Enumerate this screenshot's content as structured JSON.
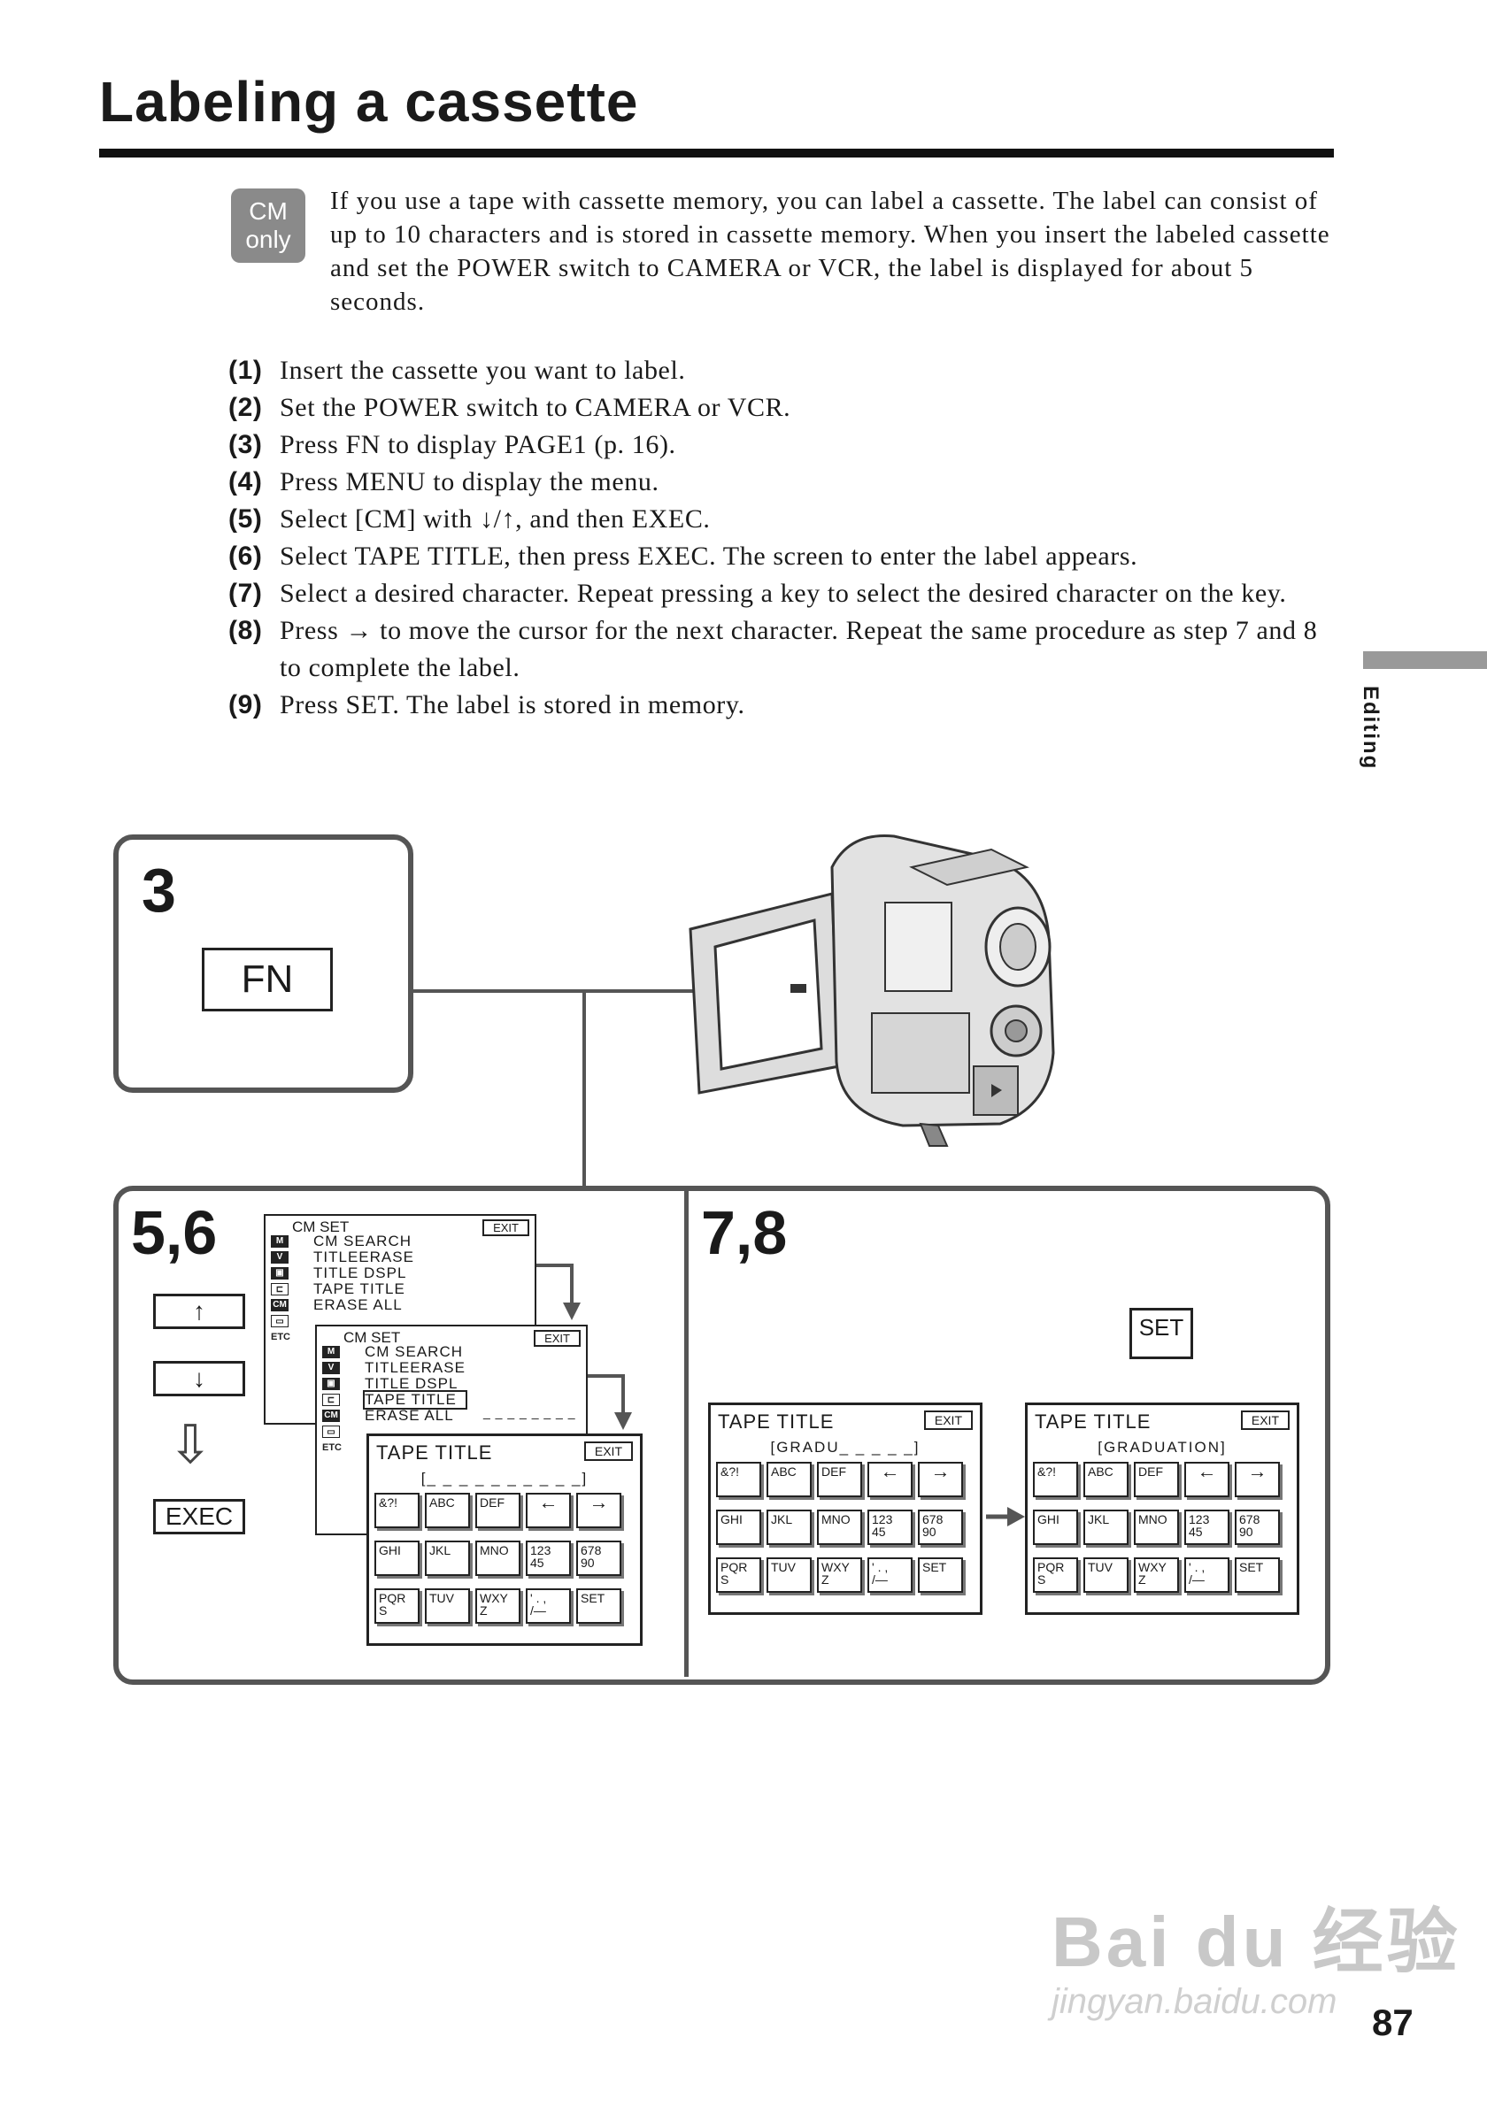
{
  "header": {
    "title": "Labeling a cassette"
  },
  "badge": {
    "line1": "CM",
    "line2": "only"
  },
  "intro": "If you use a tape with cassette memory, you can label a cassette. The label can consist of up to 10 characters and is stored in cassette memory. When you insert the labeled cassette and set the POWER switch to CAMERA or VCR, the label is displayed for about 5 seconds.",
  "steps": [
    {
      "num": "(1)",
      "text": "Insert the cassette you want to label."
    },
    {
      "num": "(2)",
      "text": "Set the POWER switch to CAMERA or VCR."
    },
    {
      "num": "(3)",
      "text": "Press FN to display PAGE1 (p. 16)."
    },
    {
      "num": "(4)",
      "text": "Press MENU to display the menu."
    },
    {
      "num": "(5)",
      "text": "Select [CM] with ↓/↑, and then EXEC."
    },
    {
      "num": "(6)",
      "text": "Select TAPE TITLE, then press EXEC. The screen to enter the label appears."
    },
    {
      "num": "(7)",
      "text": "Select a desired character. Repeat pressing a key to select the desired character on the key."
    },
    {
      "num": "(8)",
      "text": "Press → to move the cursor for the next character. Repeat the same procedure as step 7 and 8 to complete the label."
    },
    {
      "num": "(9)",
      "text": "Press SET. The label is stored in memory."
    }
  ],
  "side_tab": "Editing",
  "panel3": {
    "step": "3",
    "key": "FN"
  },
  "panel56": {
    "step": "5,6",
    "up_key": "↑",
    "down_key": "↓",
    "arrow": "⇩",
    "exec_key": "EXEC",
    "menu": {
      "header": "CM SET",
      "exit": "EXIT",
      "items": [
        "CM SEARCH",
        "TITLEERASE",
        "TITLE DSPL",
        "TAPE TITLE",
        "ERASE ALL"
      ],
      "icons": [
        "M",
        "V",
        "▣",
        "⊏",
        "CM",
        "▭",
        "ETC"
      ],
      "tape_field": "_ _ _ _ _ _ _ _ _ _"
    }
  },
  "panel78": {
    "step": "7,8",
    "set_key": "SET"
  },
  "screen": {
    "title": "TAPE TITLE",
    "exit": "EXIT",
    "field_empty": "[_ _ _ _ _ _ _ _ _ _]",
    "field_partial": "[GRADU_ _ _ _ _]",
    "field_full": "[GRADUATION]",
    "keys": [
      "&?!",
      "ABC",
      "DEF",
      "←",
      "→",
      "GHI",
      "JKL",
      "MNO",
      "123\n45",
      "678\n90",
      "PQR\nS",
      "TUV",
      "WXY\nZ",
      "' . ,\n/—",
      "SET"
    ]
  },
  "page_number": "87",
  "watermark": {
    "line1": "Bai du 经验",
    "line2": "jingyan.baidu.com"
  }
}
